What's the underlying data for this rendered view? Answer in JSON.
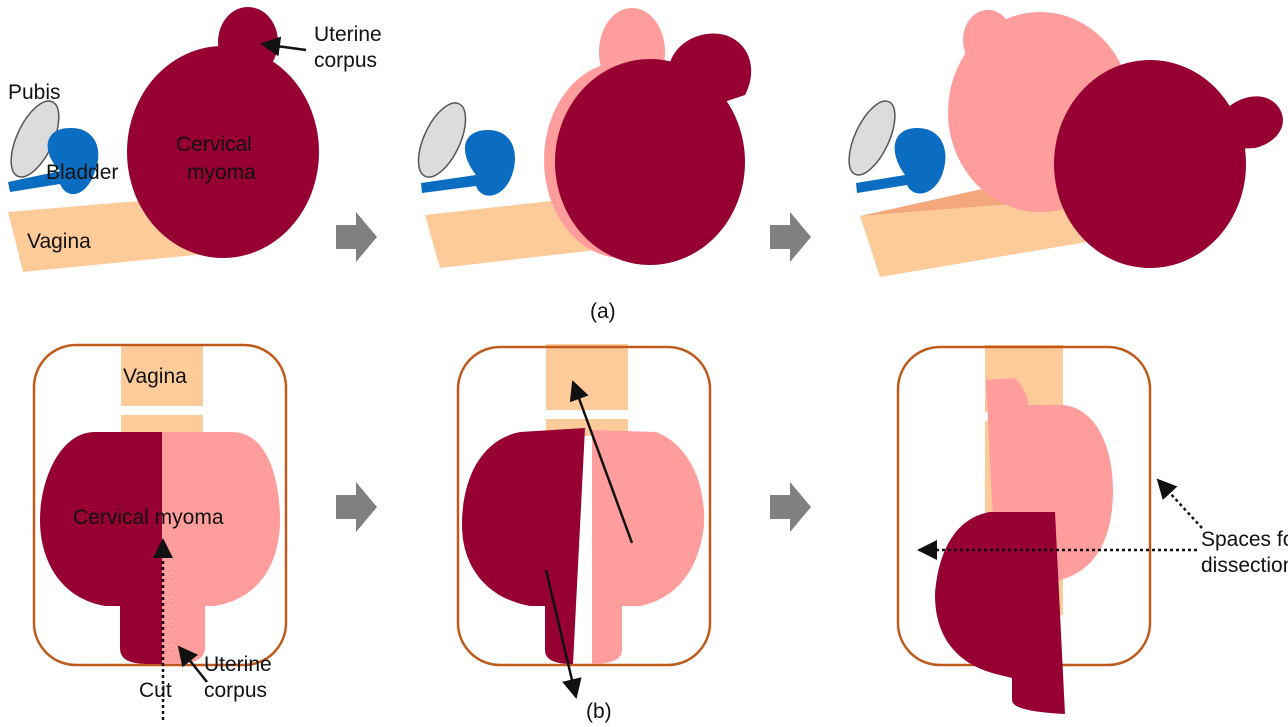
{
  "panel_a": {
    "caption": "(a)",
    "labels": {
      "uterine_corpus_1": "Uterine",
      "uterine_corpus_2": "corpus",
      "pubis": "Pubis",
      "bladder": "Bladder",
      "cervical_myoma_1": "Cervical",
      "cervical_myoma_2": "myoma",
      "vagina": "Vagina"
    }
  },
  "panel_b": {
    "caption": "(b)",
    "labels": {
      "vagina": "Vagina",
      "cervical_myoma": "Cervical myoma",
      "uterine_corpus_1": "Uterine",
      "uterine_corpus_2": "corpus",
      "cut": "Cut",
      "spaces_1": "Spaces for",
      "spaces_2": "dissections"
    }
  },
  "colors": {
    "myoma_dark": "#960032",
    "myoma_light": "#FF9C9C",
    "bladder": "#0A6DC2",
    "vagina": "#FDCB99",
    "pubis": "#DCDCDC",
    "frame": "#BF5A1C",
    "arrow_gray": "#808080"
  },
  "icons": [
    "step-arrow-icon",
    "annotation-arrow-icon"
  ]
}
